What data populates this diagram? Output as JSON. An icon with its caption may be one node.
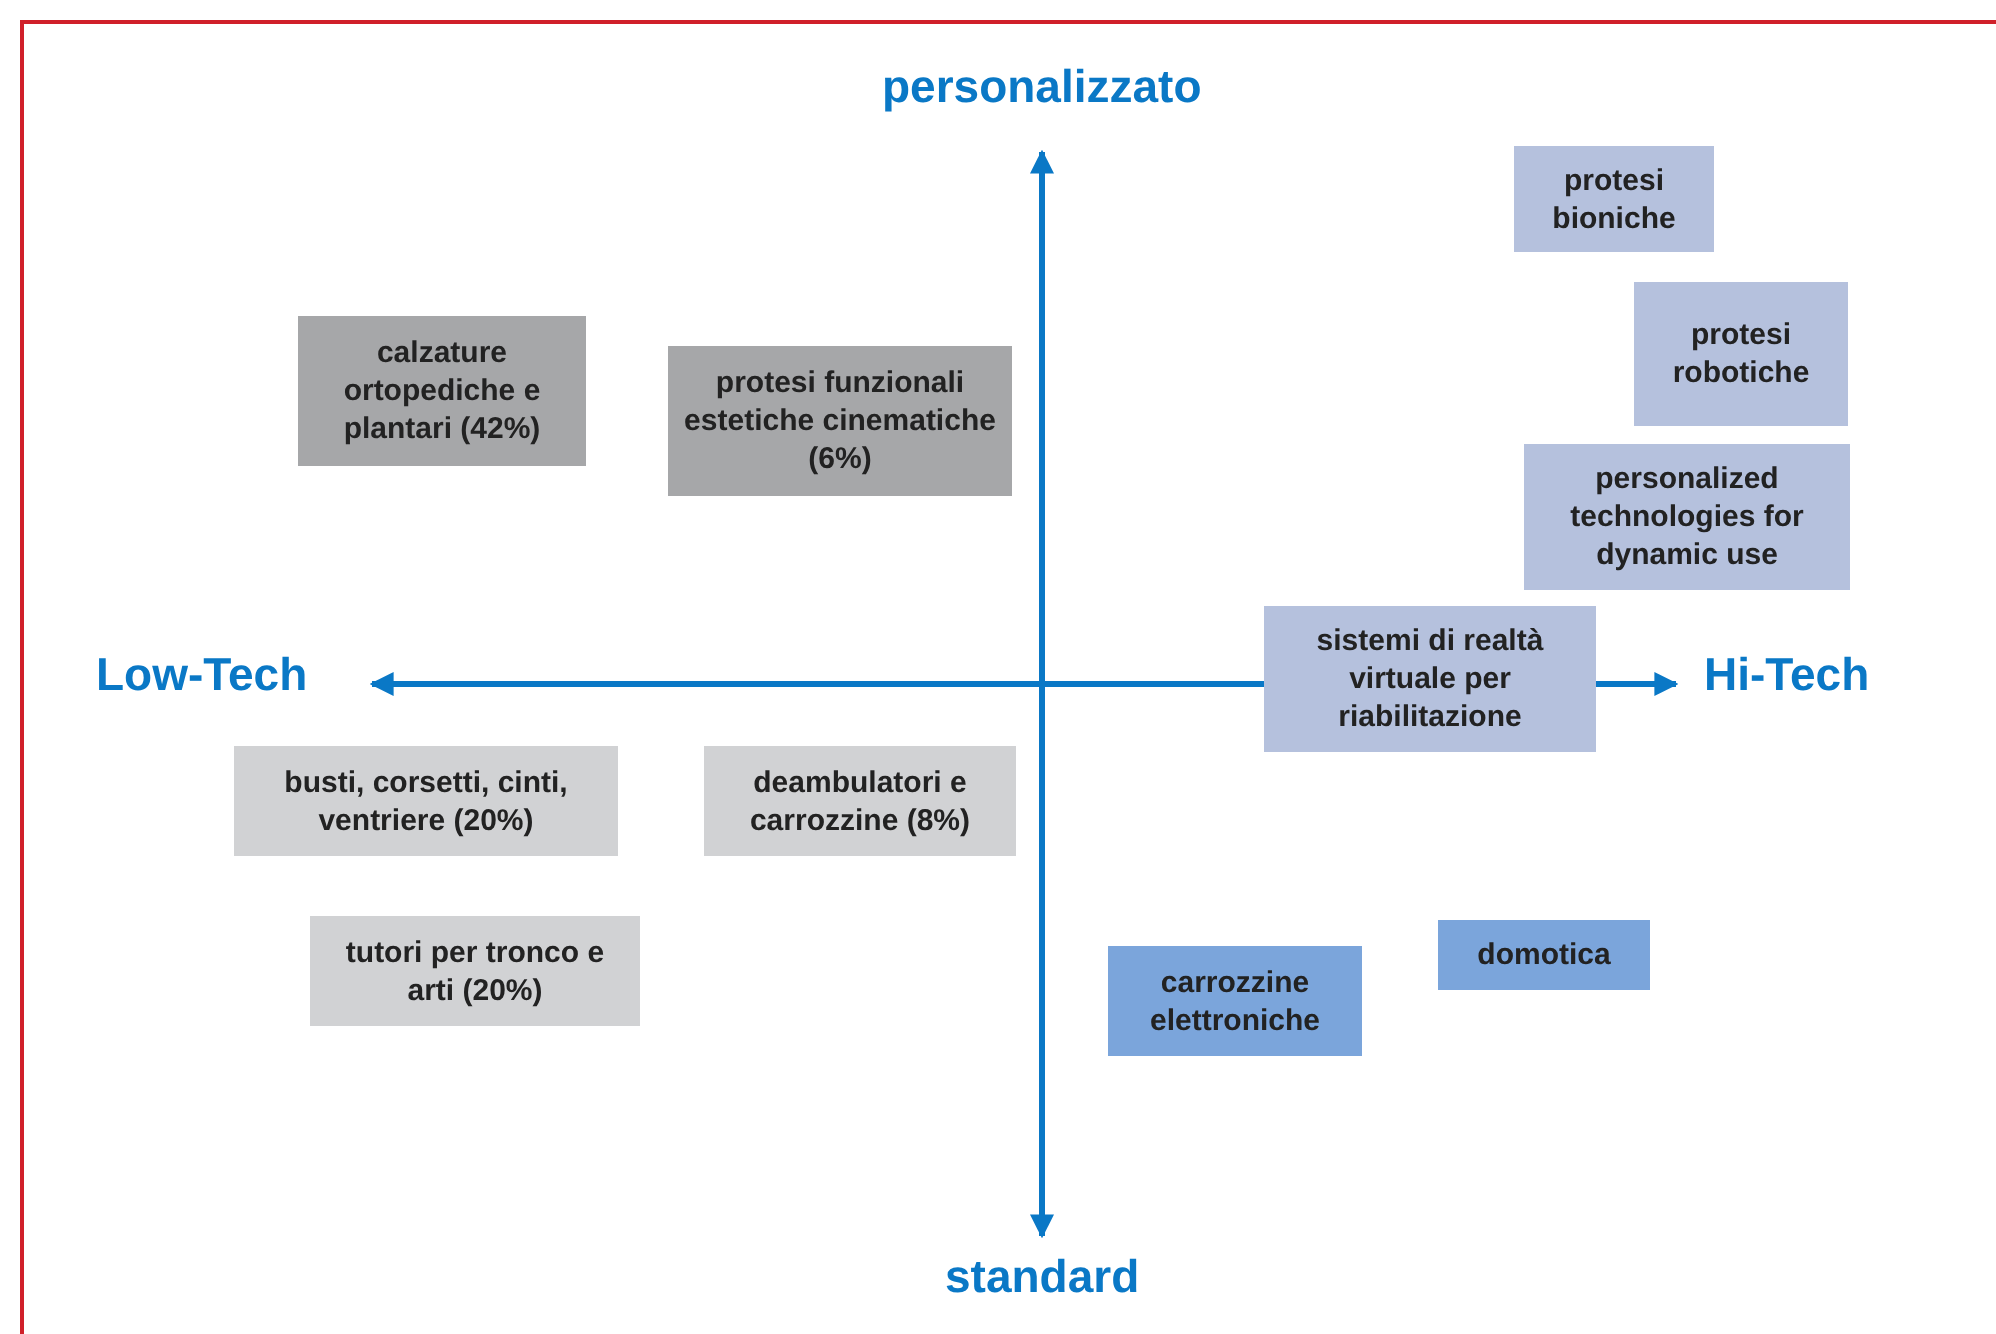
{
  "diagram": {
    "nodes": [
      {
        "text": [
          "calzature ortopediche e plantari (42%)"
        ]
      },
      {
        "text": [
          "protesi funzionali estetiche cinematiche (6%)"
        ]
      },
      {
        "text": [
          "protesi bioniche"
        ]
      },
      {
        "text": [
          "protesi robotiche"
        ]
      },
      {
        "text": [
          "personalized technologies for dynamic use"
        ]
      },
      {
        "text": [
          "sistemi di realtà virtuale per riabilitazione"
        ]
      },
      {
        "text": [
          "busti, corsetti, cinti, ventriere (20%)"
        ]
      },
      {
        "text": [
          "deambulatori e carrozzine (8%)"
        ]
      },
      {
        "text": [
          "tutori per tronco e arti (20%)"
        ]
      },
      {
        "text": [
          "carrozzine elettroniche"
        ]
      },
      {
        "text": [
          "domotica"
        ]
      }
    ],
    "labels": [
      "personalizzato",
      "Low-Tech",
      "Hi-Tech",
      "standard"
    ]
  }
}
